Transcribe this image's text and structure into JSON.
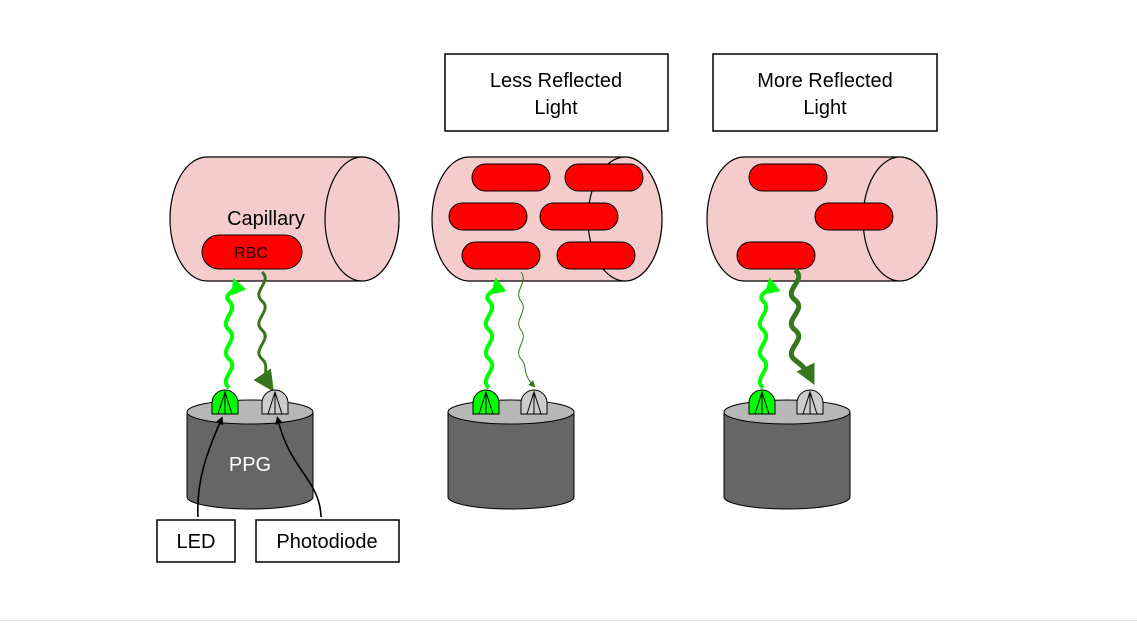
{
  "labels": {
    "capillary": "Capillary",
    "rbc": "RBC",
    "ppg": "PPG",
    "led": "LED",
    "photodiode": "Photodiode",
    "less_line1": "Less Reflected",
    "less_line2": "Light",
    "more_line1": "More Reflected",
    "more_line2": "Light"
  },
  "colors": {
    "capillary_fill": "#f4cccc",
    "rbc_fill": "#ff0000",
    "light_green": "#00ff00",
    "dark_green": "#38761d",
    "sensor_body": "#666666",
    "sensor_top": "#b7b7b7",
    "photodiode_fill": "#cccccc"
  },
  "icons": {
    "led": "led-dome-icon",
    "photodiode": "photodiode-dome-icon"
  }
}
